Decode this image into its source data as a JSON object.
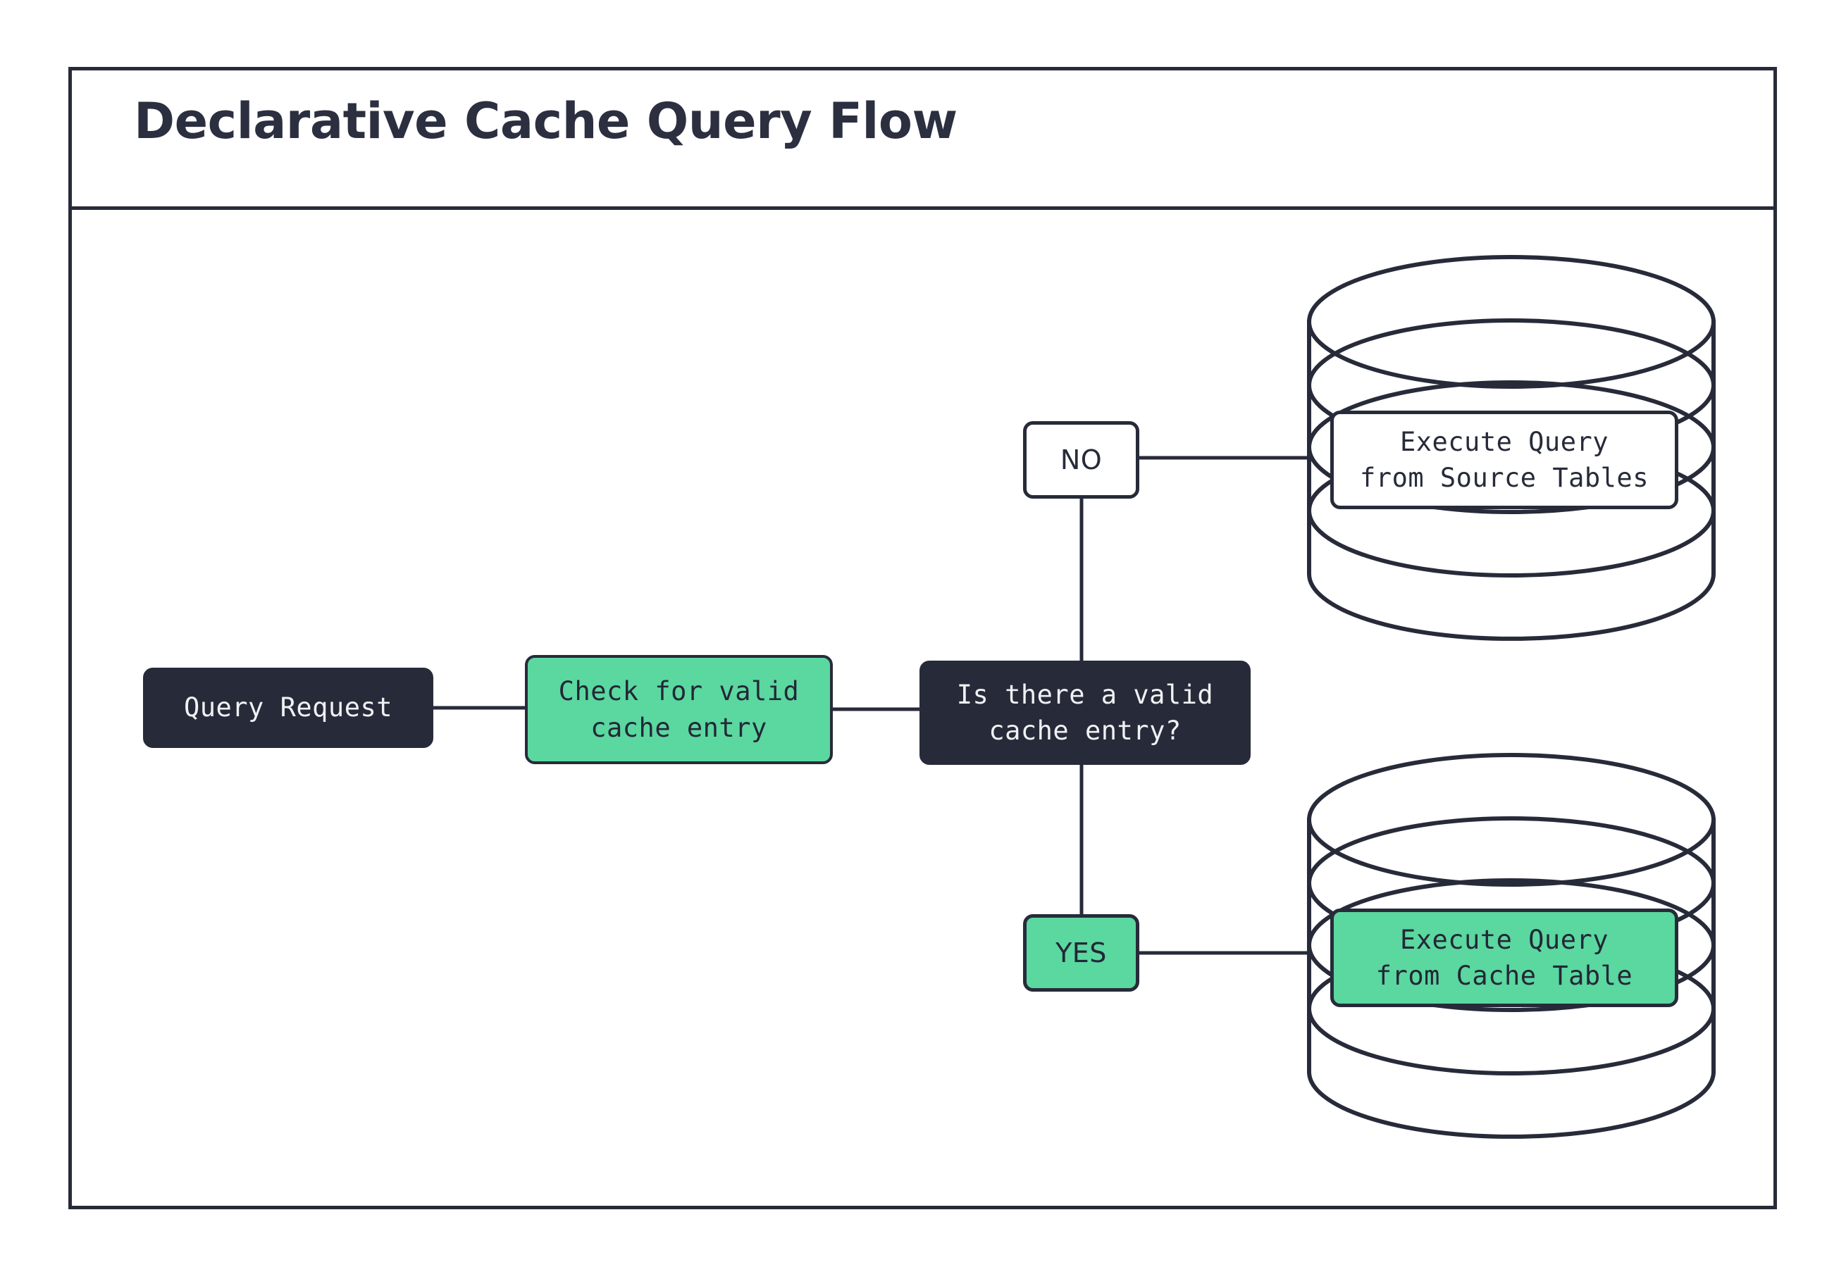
{
  "diagram": {
    "title": "Declarative Cache Query Flow",
    "type": "flowchart",
    "colors": {
      "dark": "#272B39",
      "green": "#5BD7A0",
      "white": "#FFFFFF",
      "text_light": "#F0F1F4",
      "text_dark": "#232736"
    },
    "nodes": [
      {
        "id": "query-request",
        "label": "Query Request",
        "shape": "rounded-rect",
        "style": "dark"
      },
      {
        "id": "check-cache",
        "label": "Check for valid\ncache entry",
        "shape": "rounded-rect",
        "style": "green"
      },
      {
        "id": "decision",
        "label": "Is there a valid\ncache entry?",
        "shape": "rounded-rect",
        "style": "dark"
      },
      {
        "id": "branch-no",
        "label": "NO",
        "shape": "rounded-rect",
        "style": "white"
      },
      {
        "id": "branch-yes",
        "label": "YES",
        "shape": "rounded-rect",
        "style": "green"
      },
      {
        "id": "source-database",
        "label": "Execute Query\nfrom Source Tables",
        "shape": "database-cylinder",
        "style": "white"
      },
      {
        "id": "cache-database",
        "label": "Execute Query\nfrom Cache Table",
        "shape": "database-cylinder",
        "style": "green"
      }
    ],
    "edges": [
      {
        "from": "query-request",
        "to": "check-cache"
      },
      {
        "from": "check-cache",
        "to": "decision"
      },
      {
        "from": "decision",
        "to": "branch-no"
      },
      {
        "from": "decision",
        "to": "branch-yes"
      },
      {
        "from": "branch-no",
        "to": "source-database"
      },
      {
        "from": "branch-yes",
        "to": "cache-database"
      }
    ]
  }
}
